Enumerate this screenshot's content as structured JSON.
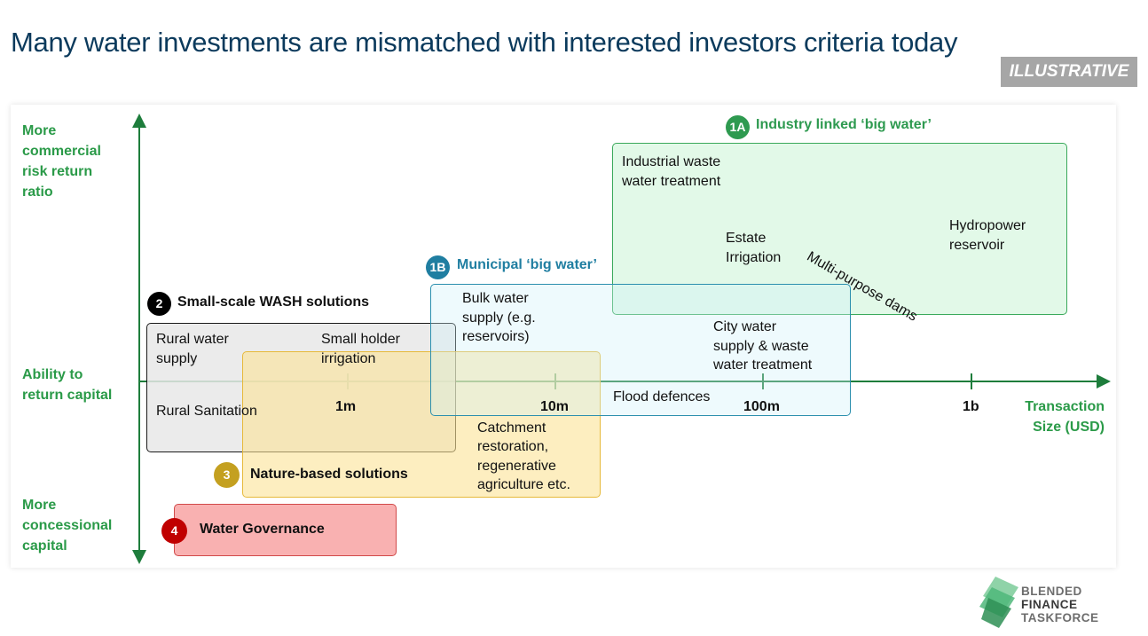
{
  "title": "Many water investments are mismatched with interested investors criteria today",
  "tag": "ILLUSTRATIVE",
  "y_axis": {
    "top_label": [
      "More",
      "commercial",
      "risk return",
      "ratio"
    ],
    "mid_label": [
      "Ability to",
      "return capital"
    ],
    "bottom_label": [
      "More",
      "concessional",
      "capital"
    ]
  },
  "x_axis": {
    "ticks": [
      "1m",
      "10m",
      "100m",
      "1b"
    ],
    "label": [
      "Transaction",
      "Size (USD)"
    ]
  },
  "groups": {
    "g1a": {
      "badge": "1A",
      "heading": "Industry linked ‘big water’",
      "color": "#2e9a50"
    },
    "g1b": {
      "badge": "1B",
      "heading": "Municipal ‘big water’",
      "color": "#1f7ea1"
    },
    "g2": {
      "badge": "2",
      "heading": "Small-scale WASH solutions",
      "color": "#000000"
    },
    "g3": {
      "badge": "3",
      "heading": "Nature-based solutions",
      "color": "#c4a020"
    },
    "g4": {
      "badge": "4",
      "heading": "Water Governance",
      "color": "#c00000"
    }
  },
  "items": {
    "industrial_waste": [
      "Industrial waste",
      "water treatment"
    ],
    "estate_irrigation": [
      "Estate",
      "Irrigation"
    ],
    "multi_purpose_dams": "Multi-purpose dams",
    "hydropower": [
      "Hydropower",
      "reservoir"
    ],
    "bulk_water": [
      "Bulk water",
      "supply (e.g.",
      "reservoirs)"
    ],
    "city_water": [
      "City water",
      "supply & waste",
      "water treatment"
    ],
    "flood_defences": "Flood defences",
    "rural_water": [
      "Rural water",
      "supply"
    ],
    "small_holder": [
      "Small holder",
      "irrigation"
    ],
    "rural_sanitation": "Rural Sanitation",
    "catchment": [
      "Catchment",
      "restoration,",
      "regenerative",
      "agriculture etc."
    ]
  },
  "logo": {
    "lines": [
      "BLENDED",
      "FINANCE",
      "TASKFORCE"
    ]
  }
}
